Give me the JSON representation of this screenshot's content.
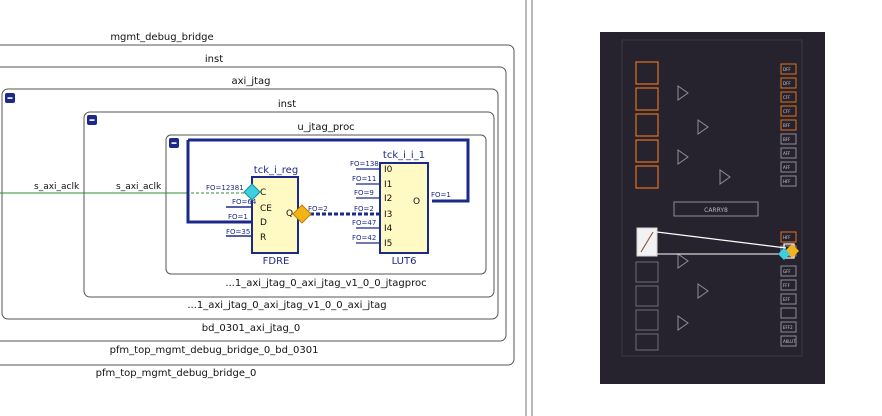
{
  "hierarchy": {
    "h1_name": "mgmt_debug_bridge",
    "h2_name": "inst",
    "h3_name": "axi_jtag",
    "h4_name": "inst",
    "h5_name": "u_jtag_proc",
    "h5_footer": "...1_axi_jtag_0_axi_jtag_v1_0_0_jtagproc",
    "h4_footer": "...1_axi_jtag_0_axi_jtag_v1_0_0_axi_jtag",
    "h3_footer": "bd_0301_axi_jtag_0",
    "h2_footer": "pfm_top_mgmt_debug_bridge_0_bd_0301",
    "h1_footer": "pfm_top_mgmt_debug_bridge_0"
  },
  "nets": {
    "outer_clk": "s_axi_aclk",
    "inner_clk": "s_axi_aclk"
  },
  "fdre": {
    "instance": "tck_i_reg",
    "type": "FDRE",
    "pins": [
      "C",
      "CE",
      "D",
      "R",
      "Q"
    ],
    "fanouts": [
      "FO=12381",
      "FO=64",
      "FO=1",
      "FO=35",
      "FO=2"
    ]
  },
  "lut6": {
    "instance": "tck_i_i_1",
    "type": "LUT6",
    "pins": [
      "I0",
      "I1",
      "I2",
      "I3",
      "I4",
      "I5",
      "O"
    ],
    "fanouts": [
      "FO=138",
      "FO=11",
      "FO=9",
      "FO=2",
      "FO=47",
      "FO=42",
      "FO=1"
    ]
  },
  "device": {
    "carry_label": "CARRY8",
    "slice_labels": [
      "DFF",
      "DFF",
      "CFF",
      "CFF",
      "BFF",
      "BFF",
      "AFF",
      "AFF",
      "HFF",
      "HFF",
      "GFF",
      "FFF",
      "EFF",
      "EFF2",
      "A6LUT"
    ]
  },
  "colors": {
    "net_blue": "#1b2a8a",
    "clock_green": "#2f8f2f",
    "cell_fill": "#fff9c4",
    "highlight_cyan": "#3ccfe0",
    "highlight_orange": "#f3b31a",
    "device_bg": "#26232e",
    "slice_orange": "#e0721f"
  },
  "icons": [
    "collapse-icon"
  ]
}
